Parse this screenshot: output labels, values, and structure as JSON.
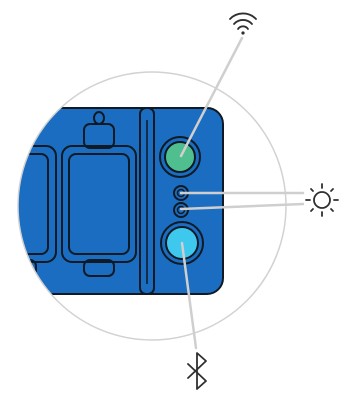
{
  "diagram": {
    "colors": {
      "background": "#ffffff",
      "device_body": "#1a6dc0",
      "device_outline": "#0f1a24",
      "magnifier_ring": "#d2d2d2",
      "leader_line": "#cfcfcf",
      "icon_stroke": "#2f2f2f",
      "wifi_button": "#4fbf8f",
      "bluetooth_button": "#3fc8ee"
    },
    "icons": {
      "top": "wifi-icon",
      "right": "sun-icon",
      "bottom": "bluetooth-icon"
    },
    "callouts": [
      {
        "name": "wifi-button",
        "icon": "wifi-icon"
      },
      {
        "name": "status-led-upper",
        "icon": "sun-icon"
      },
      {
        "name": "status-led-lower",
        "icon": "sun-icon"
      },
      {
        "name": "bluetooth-button",
        "icon": "bluetooth-icon"
      }
    ]
  }
}
